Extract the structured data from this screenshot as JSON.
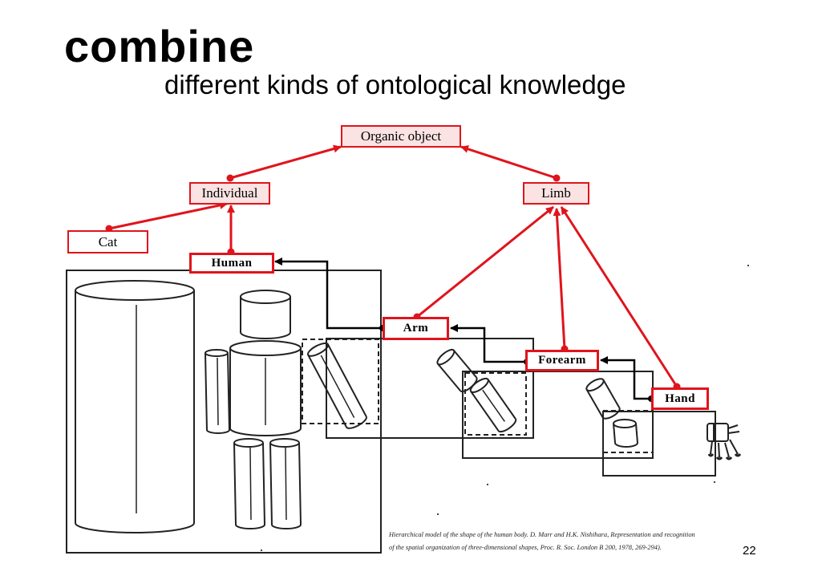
{
  "slide": {
    "title": "combine",
    "subtitle": "different kinds of ontological knowledge",
    "page_number": "22"
  },
  "nodes": {
    "organic_object": "Organic object",
    "individual": "Individual",
    "limb": "Limb",
    "cat": "Cat",
    "human": "Human",
    "arm": "Arm",
    "forearm": "Forearm",
    "hand": "Hand"
  },
  "caption": {
    "line1": "Hierarchical model of the shape of the human body. D. Marr and H.K. Nishihara, Representation and recognition",
    "line2": "of the spatial organization of three-dimensional shapes, Proc. R. Soc. London B 200, 1978, 269-294)."
  },
  "colors": {
    "relation": "#e0141c",
    "part_link": "#000000"
  }
}
